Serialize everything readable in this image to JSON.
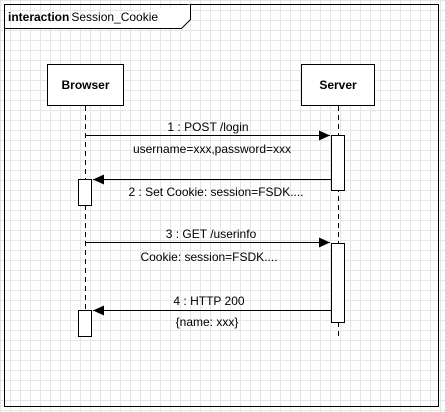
{
  "frame": {
    "keyword": "interaction",
    "name": "Session_Cookie"
  },
  "lifelines": [
    {
      "id": "browser",
      "label": "Browser"
    },
    {
      "id": "server",
      "label": "Server"
    }
  ],
  "messages": [
    {
      "label": "1 : POST /login",
      "note": "username=xxx,password=xxx",
      "from": "browser",
      "to": "server",
      "kind": "call"
    },
    {
      "label": "2 : Set Cookie: session=FSDK....",
      "note": "",
      "from": "server",
      "to": "browser",
      "kind": "reply"
    },
    {
      "label": "3 : GET /userinfo",
      "note": "Cookie: session=FSDK....",
      "from": "browser",
      "to": "server",
      "kind": "call"
    },
    {
      "label": "4 : HTTP 200",
      "note": "{name: xxx}",
      "from": "server",
      "to": "browser",
      "kind": "reply"
    }
  ]
}
